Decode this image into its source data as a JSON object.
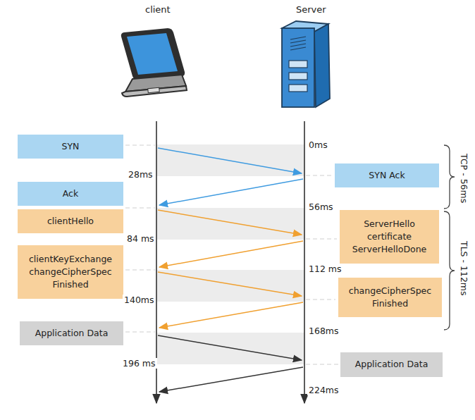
{
  "diagram": {
    "nodes": [
      {
        "text": [
          "SYN"
        ]
      },
      {
        "text": [
          "SYN Ack"
        ]
      },
      {
        "text": [
          "Ack"
        ]
      },
      {
        "text": [
          "clientHello"
        ]
      },
      {
        "text": [
          "ServerHello certificate ServerHelloDone"
        ]
      },
      {
        "text": [
          "clientKeyExchange changeCipherSpec Finished"
        ]
      },
      {
        "text": [
          "changeCipherSpec Finished"
        ]
      },
      {
        "text": [
          "Application Data"
        ]
      },
      {
        "text": [
          "Application Data"
        ]
      }
    ],
    "labels": [
      "client",
      "Server",
      "0ms",
      "28ms",
      "56ms",
      "84 ms",
      "112 ms",
      "140ms",
      "168ms",
      "196 ms",
      "224ms",
      "TCP - 56ms",
      "TLS - 112ms"
    ]
  }
}
